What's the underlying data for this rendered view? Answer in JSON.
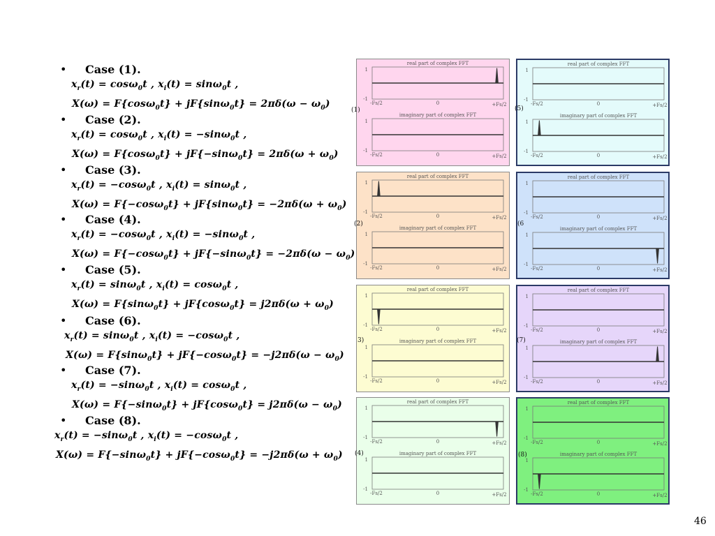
{
  "cases": [
    {
      "id": 1,
      "bullet": "•",
      "title": "Case (1).",
      "line1": {
        "xr": "x_r(t) = cosω₀t",
        "xi": "x_i(t) = sinω₀t"
      },
      "eq1_parts": [
        "x",
        "r",
        " ( t ) = cos",
        "ω",
        "0",
        "t ,    ",
        "x",
        "i",
        " ( t ) = sin",
        "ω",
        "0",
        "t ,"
      ],
      "eq2": "X(ω) = F{cosω₀t} + jF{sinω₀t} = 2πδ(ω − ω₀)"
    },
    {
      "id": 2,
      "bullet": "•",
      "title": "Case (2).",
      "eq1": "x_r(t) = cosω₀t ,    x_i(t) = −sinω₀t ,",
      "eq2": "X(ω) = F{cosω₀t} + jF{−sinω₀t} = 2πδ(ω + ω₀)"
    },
    {
      "id": 3,
      "bullet": "•",
      "title": "Case (3).",
      "eq1": "x_r(t) = −cosω₀t ,    x_i(t) = sinω₀t ,",
      "eq2": "X(ω) = F{−cosω₀t} + jF{sinω₀t} = −2πδ(ω + ω₀)"
    },
    {
      "id": 4,
      "bullet": "•",
      "title": "Case (4).",
      "eq1": "x_r(t) = −cosω₀t ,    x_i(t) = −sinω₀t ,",
      "eq2": "X(ω) = F{−cosω₀t} + jF{−sinω₀t} = −2πδ(ω − ω₀)"
    },
    {
      "id": 5,
      "bullet": "•",
      "title": "Case (5).",
      "eq1": "x_r(t) = sinω₀t ,    x_i(t) = cosω₀t ,",
      "eq2": "X(ω) = F{sinω₀t} + jF{cosω₀t} = j2πδ(ω + ω₀)"
    },
    {
      "id": 6,
      "bullet": "•",
      "title": "Case (6).",
      "eq1": "x_r(t) = sinω₀t ,    x_i(t) = −cosω₀t ,",
      "eq2": "X(ω) = F{sinω₀t} + jF{−cosω₀t} = −j2πδ(ω − ω₀)"
    },
    {
      "id": 7,
      "bullet": "•",
      "title": "Case (7).",
      "eq1": "x_r(t) = −sinω₀t ,    x_i(t) = cosω₀t ,",
      "eq2": "X(ω) = F{−sinω₀t} + jF{cosω₀t} = j2πδ(ω − ω₀)"
    },
    {
      "id": 8,
      "bullet": "•",
      "title": "Case (8).",
      "eq1": "x_r(t) = −sinω₀t ,    x_i(t) = −cosω₀t ,",
      "eq2": "X(ω) = F{−sinω₀t} + jF{−cosω₀t} = −j2πδ(ω + ω₀)"
    }
  ],
  "plot_text": {
    "real_title": "real part of complex FFT",
    "imag_title": "imaginary part of complex FFT",
    "x_ticks": [
      "-Fs/2",
      "0",
      "+Fs/2"
    ],
    "y_ticks": [
      "1",
      "-1"
    ]
  },
  "panels": [
    {
      "label": "(1)",
      "bg": "#ffd6ee",
      "real": {
        "pos": 0.95,
        "amp": 1
      },
      "imag": {
        "pos": null,
        "amp": 0
      }
    },
    {
      "label": "(5)",
      "bg": "#e4fbfb",
      "real": {
        "pos": null,
        "amp": 0
      },
      "imag": {
        "pos": 0.05,
        "amp": 1
      }
    },
    {
      "label": "(2)",
      "bg": "#fde2c8",
      "real": {
        "pos": 0.05,
        "amp": 1
      },
      "imag": {
        "pos": null,
        "amp": 0
      }
    },
    {
      "label": "(6",
      "bg": "#cfe2fa",
      "real": {
        "pos": null,
        "amp": 0
      },
      "imag": {
        "pos": 0.95,
        "amp": -1
      }
    },
    {
      "label": "3)",
      "bg": "#fdfcd2",
      "real": {
        "pos": 0.05,
        "amp": -1
      },
      "imag": {
        "pos": null,
        "amp": 0
      }
    },
    {
      "label": "(7)",
      "bg": "#e6d6fa",
      "real": {
        "pos": null,
        "amp": 0
      },
      "imag": {
        "pos": 0.95,
        "amp": 1
      }
    },
    {
      "label": "(4)",
      "bg": "#eaffea",
      "real": {
        "pos": 0.95,
        "amp": -1
      },
      "imag": {
        "pos": null,
        "amp": 0
      }
    },
    {
      "label": "(8)",
      "bg": "#7ff07f",
      "real": {
        "pos": null,
        "amp": 0
      },
      "imag": {
        "pos": 0.05,
        "amp": -1
      }
    }
  ],
  "page_number": "46"
}
